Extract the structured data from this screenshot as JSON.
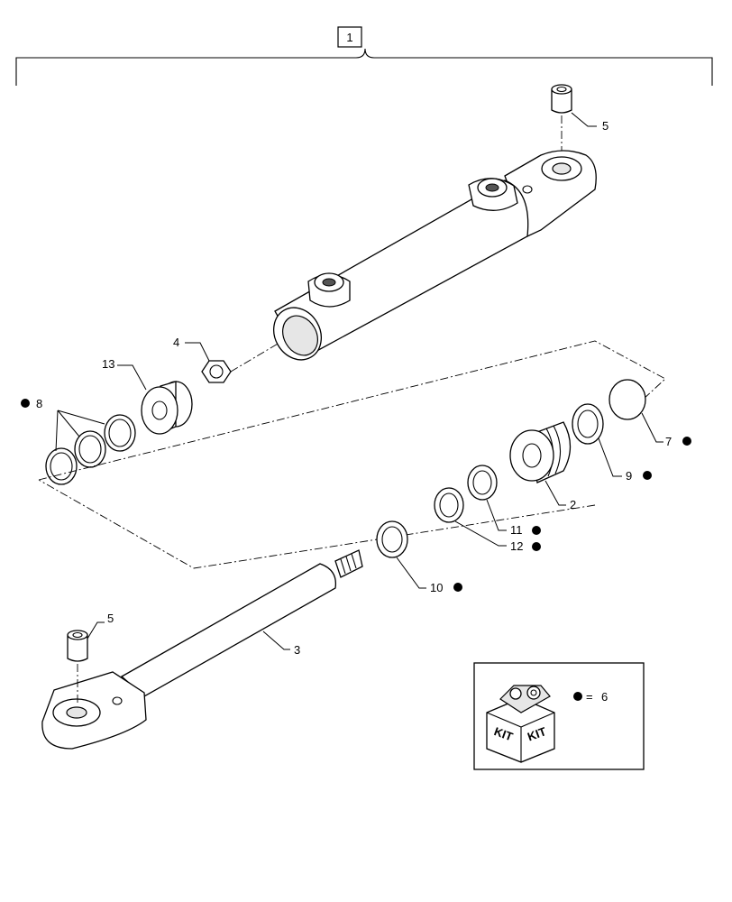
{
  "assembly": {
    "number": "1"
  },
  "callouts": {
    "c2": "2",
    "c3": "3",
    "c4": "4",
    "c5a": "5",
    "c5b": "5",
    "c7": "7",
    "c8": "8",
    "c9": "9",
    "c10": "10",
    "c11": "11",
    "c12": "12",
    "c13": "13"
  },
  "kit": {
    "label_left": "KIT",
    "label_right": "KIT",
    "equals": "=",
    "ref_number": "6"
  },
  "marker_color": "#000000"
}
